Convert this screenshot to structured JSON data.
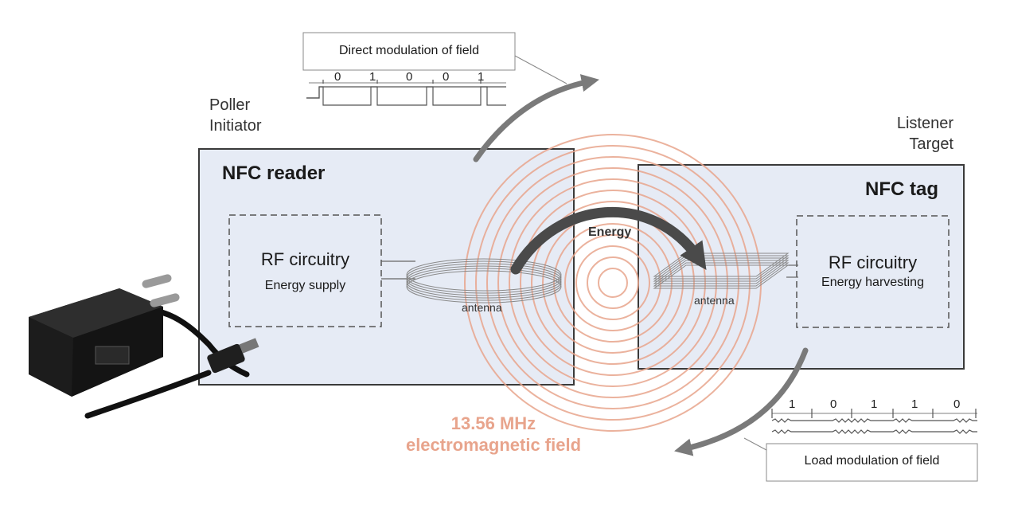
{
  "poller": {
    "line1": "Poller",
    "line2": "Initiator"
  },
  "listener": {
    "line1": "Listener",
    "line2": "Target"
  },
  "reader": {
    "title": "NFC reader",
    "circuit_title": "RF circuitry",
    "circuit_sub": "Energy supply",
    "antenna_label": "antenna"
  },
  "tag": {
    "title": "NFC tag",
    "circuit_title": "RF circuitry",
    "circuit_sub": "Energy harvesting",
    "antenna_label": "antenna"
  },
  "energy_label": "Energy",
  "field": {
    "line1": "13.56 MHz",
    "line2": "electromagnetic field"
  },
  "direct_modulation": {
    "label": "Direct modulation of field",
    "bits": [
      "0",
      "1",
      "0",
      "0",
      "1"
    ]
  },
  "load_modulation": {
    "label": "Load modulation of field",
    "bits": [
      "1",
      "0",
      "1",
      "1",
      "0"
    ]
  },
  "colors": {
    "box_fill": "#e6ebf5",
    "field_ring": "#e8a48c",
    "arrow": "#7a7a7a",
    "energy_arrow": "#4a4a4a"
  }
}
